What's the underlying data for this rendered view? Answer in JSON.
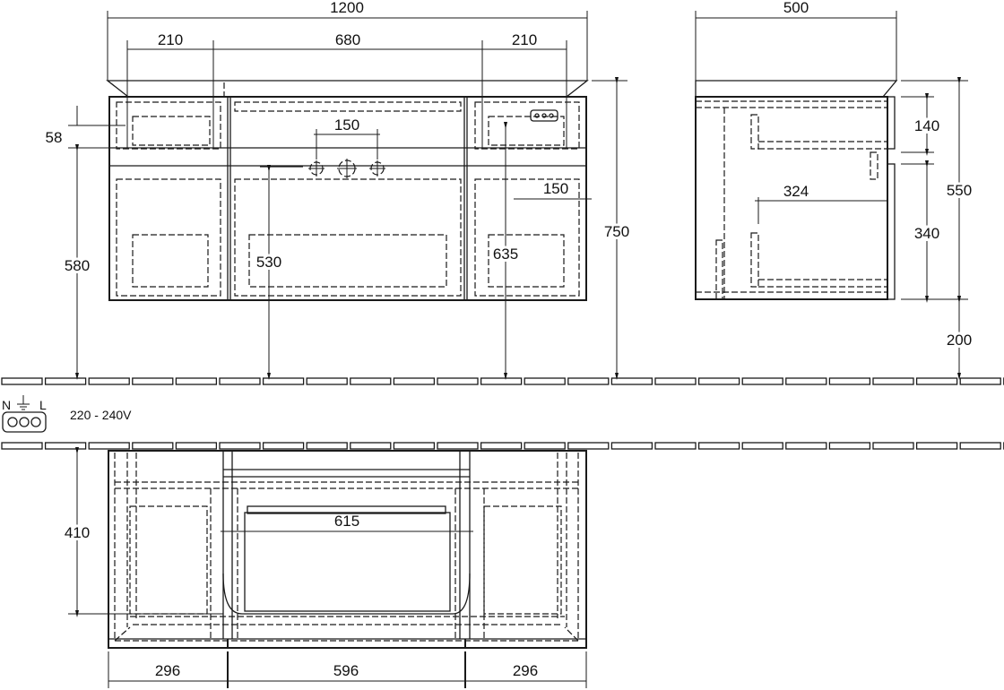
{
  "front_view": {
    "overall_width": "1200",
    "left_offset": "210",
    "center_span": "680",
    "right_offset": "210",
    "drawer_height": "58",
    "tap_hole_spacing": "150",
    "side_offset": "150",
    "height_580": "580",
    "height_530": "530",
    "height_635": "635",
    "height_750": "750"
  },
  "side_view": {
    "depth": "500",
    "upper_drawer": "140",
    "lower_drawer": "340",
    "total_height": "550",
    "drawer_depth": "324",
    "floor_clearance": "200"
  },
  "electrical": {
    "labels": [
      "N",
      "L"
    ],
    "voltage": "220 - 240V"
  },
  "top_view": {
    "depth_410": "410",
    "basin_width": "615",
    "left_width": "296",
    "center_width": "596",
    "right_width": "296"
  }
}
